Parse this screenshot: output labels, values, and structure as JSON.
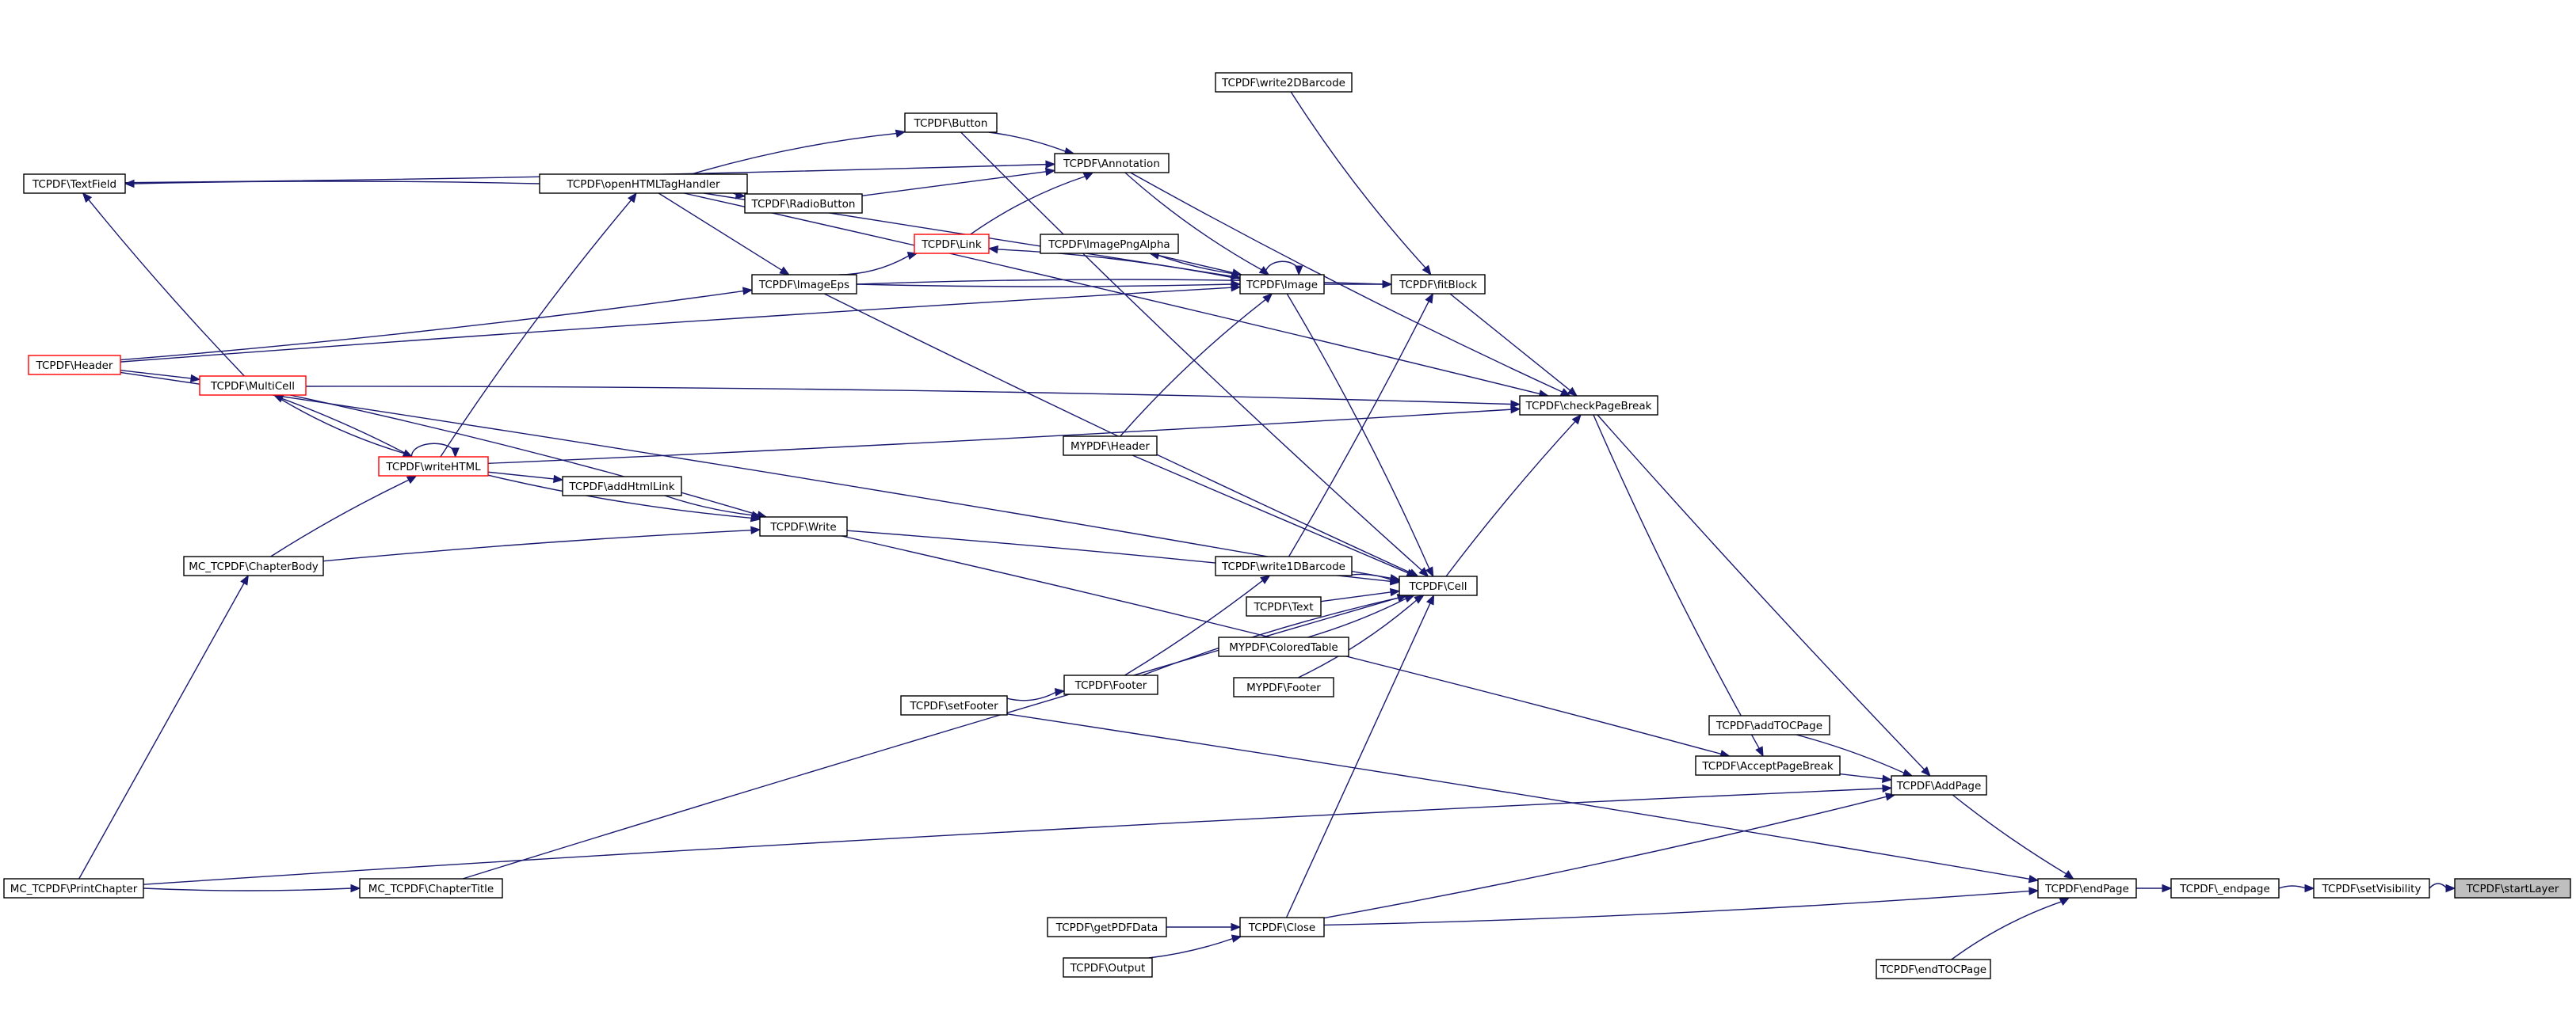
{
  "nodes": [
    {
      "id": "startLayer",
      "label": "TCPDF\\startLayer",
      "style": "gray"
    },
    {
      "id": "setVisibility",
      "label": "TCPDF\\setVisibility",
      "style": "normal"
    },
    {
      "id": "_endpage",
      "label": "TCPDF\\_endpage",
      "style": "normal"
    },
    {
      "id": "endPage",
      "label": "TCPDF\\endPage",
      "style": "normal"
    },
    {
      "id": "AddPage",
      "label": "TCPDF\\AddPage",
      "style": "normal"
    },
    {
      "id": "Close",
      "label": "TCPDF\\Close",
      "style": "normal"
    },
    {
      "id": "endTOCPage",
      "label": "TCPDF\\endTOCPage",
      "style": "normal"
    },
    {
      "id": "addTOCPage",
      "label": "TCPDF\\addTOCPage",
      "style": "normal"
    },
    {
      "id": "AcceptPageBreak",
      "label": "TCPDF\\AcceptPageBreak",
      "style": "normal"
    },
    {
      "id": "checkPageBreak",
      "label": "TCPDF\\checkPageBreak",
      "style": "normal"
    },
    {
      "id": "fitBlock",
      "label": "TCPDF\\fitBlock",
      "style": "normal"
    },
    {
      "id": "write2DBarcode",
      "label": "TCPDF\\write2DBarcode",
      "style": "normal"
    },
    {
      "id": "Image",
      "label": "TCPDF\\Image",
      "style": "normal"
    },
    {
      "id": "ImagePngAlpha",
      "label": "TCPDF\\ImagePngAlpha",
      "style": "normal"
    },
    {
      "id": "Cell",
      "label": "TCPDF\\Cell",
      "style": "normal"
    },
    {
      "id": "write1DBarcode",
      "label": "TCPDF\\write1DBarcode",
      "style": "normal"
    },
    {
      "id": "Text",
      "label": "TCPDF\\Text",
      "style": "normal"
    },
    {
      "id": "ColoredTable",
      "label": "MYPDF\\ColoredTable",
      "style": "normal"
    },
    {
      "id": "MyFooter",
      "label": "MYPDF\\Footer",
      "style": "normal"
    },
    {
      "id": "MyHeader",
      "label": "MYPDF\\Header",
      "style": "normal"
    },
    {
      "id": "Footer",
      "label": "TCPDF\\Footer",
      "style": "normal"
    },
    {
      "id": "setFooter",
      "label": "TCPDF\\setFooter",
      "style": "normal"
    },
    {
      "id": "getPDFData",
      "label": "TCPDF\\getPDFData",
      "style": "normal"
    },
    {
      "id": "Output",
      "label": "TCPDF\\Output",
      "style": "normal"
    },
    {
      "id": "Annotation",
      "label": "TCPDF\\Annotation",
      "style": "normal"
    },
    {
      "id": "Button",
      "label": "TCPDF\\Button",
      "style": "normal"
    },
    {
      "id": "RadioButton",
      "label": "TCPDF\\RadioButton",
      "style": "normal"
    },
    {
      "id": "Link",
      "label": "TCPDF\\Link",
      "style": "red"
    },
    {
      "id": "ImageEps",
      "label": "TCPDF\\ImageEps",
      "style": "normal"
    },
    {
      "id": "openHTMLTagHandler",
      "label": "TCPDF\\openHTMLTagHandler",
      "style": "normal"
    },
    {
      "id": "TextField",
      "label": "TCPDF\\TextField",
      "style": "normal"
    },
    {
      "id": "Header",
      "label": "TCPDF\\Header",
      "style": "red"
    },
    {
      "id": "MultiCell",
      "label": "TCPDF\\MultiCell",
      "style": "red"
    },
    {
      "id": "writeHTML",
      "label": "TCPDF\\writeHTML",
      "style": "red"
    },
    {
      "id": "addHtmlLink",
      "label": "TCPDF\\addHtmlLink",
      "style": "normal"
    },
    {
      "id": "Write",
      "label": "TCPDF\\Write",
      "style": "normal"
    },
    {
      "id": "ChapterBody",
      "label": "MC_TCPDF\\ChapterBody",
      "style": "normal"
    },
    {
      "id": "ChapterTitle",
      "label": "MC_TCPDF\\ChapterTitle",
      "style": "normal"
    },
    {
      "id": "PrintChapter",
      "label": "MC_TCPDF\\PrintChapter",
      "style": "normal"
    }
  ],
  "edges": [
    {
      "from": "setVisibility",
      "to": "startLayer"
    },
    {
      "from": "_endpage",
      "to": "setVisibility"
    },
    {
      "from": "endPage",
      "to": "_endpage"
    },
    {
      "from": "AddPage",
      "to": "endPage"
    },
    {
      "from": "Close",
      "to": "endPage"
    },
    {
      "from": "endTOCPage",
      "to": "endPage"
    },
    {
      "from": "addTOCPage",
      "to": "AddPage"
    },
    {
      "from": "AcceptPageBreak",
      "to": "AddPage"
    },
    {
      "from": "checkPageBreak",
      "to": "AddPage"
    },
    {
      "from": "Close",
      "to": "AddPage"
    },
    {
      "from": "PrintChapter",
      "to": "AddPage"
    },
    {
      "from": "setFooter",
      "to": "endPage"
    },
    {
      "from": "getPDFData",
      "to": "Close"
    },
    {
      "from": "Output",
      "to": "Close"
    },
    {
      "from": "checkPageBreak",
      "to": "AcceptPageBreak"
    },
    {
      "from": "Write",
      "to": "AcceptPageBreak"
    },
    {
      "from": "Cell",
      "to": "checkPageBreak"
    },
    {
      "from": "fitBlock",
      "to": "checkPageBreak"
    },
    {
      "from": "writeHTML",
      "to": "checkPageBreak"
    },
    {
      "from": "Annotation",
      "to": "checkPageBreak"
    },
    {
      "from": "MultiCell",
      "to": "checkPageBreak"
    },
    {
      "from": "openHTMLTagHandler",
      "to": "checkPageBreak"
    },
    {
      "from": "Image",
      "to": "fitBlock"
    },
    {
      "from": "write1DBarcode",
      "to": "fitBlock"
    },
    {
      "from": "write2DBarcode",
      "to": "fitBlock"
    },
    {
      "from": "ImageEps",
      "to": "fitBlock"
    },
    {
      "from": "Image",
      "to": "ImagePngAlpha"
    },
    {
      "from": "ImagePngAlpha",
      "to": "Image"
    },
    {
      "from": "Image",
      "to": "Image"
    },
    {
      "from": "Image",
      "to": "Link"
    },
    {
      "from": "MyHeader",
      "to": "Image"
    },
    {
      "from": "Header",
      "to": "Image"
    },
    {
      "from": "openHTMLTagHandler",
      "to": "Image"
    },
    {
      "from": "ImageEps",
      "to": "Image"
    },
    {
      "from": "Annotation",
      "to": "Image"
    },
    {
      "from": "Image",
      "to": "Cell"
    },
    {
      "from": "write1DBarcode",
      "to": "Cell"
    },
    {
      "from": "Text",
      "to": "Cell"
    },
    {
      "from": "ColoredTable",
      "to": "Cell"
    },
    {
      "from": "MyFooter",
      "to": "Cell"
    },
    {
      "from": "Footer",
      "to": "Cell"
    },
    {
      "from": "Write",
      "to": "Cell"
    },
    {
      "from": "MyHeader",
      "to": "Cell"
    },
    {
      "from": "ImageEps",
      "to": "Cell"
    },
    {
      "from": "Button",
      "to": "Cell"
    },
    {
      "from": "Header",
      "to": "Cell"
    },
    {
      "from": "ChapterTitle",
      "to": "Cell"
    },
    {
      "from": "Close",
      "to": "Cell"
    },
    {
      "from": "Footer",
      "to": "write1DBarcode"
    },
    {
      "from": "setFooter",
      "to": "Footer"
    },
    {
      "from": "Link",
      "to": "Annotation"
    },
    {
      "from": "Button",
      "to": "Annotation"
    },
    {
      "from": "RadioButton",
      "to": "Annotation"
    },
    {
      "from": "TextField",
      "to": "Annotation"
    },
    {
      "from": "ImageEps",
      "to": "Link"
    },
    {
      "from": "openHTMLTagHandler",
      "to": "Button"
    },
    {
      "from": "openHTMLTagHandler",
      "to": "RadioButton"
    },
    {
      "from": "openHTMLTagHandler",
      "to": "ImageEps"
    },
    {
      "from": "openHTMLTagHandler",
      "to": "TextField"
    },
    {
      "from": "Header",
      "to": "ImageEps"
    },
    {
      "from": "writeHTML",
      "to": "openHTMLTagHandler"
    },
    {
      "from": "MultiCell",
      "to": "TextField"
    },
    {
      "from": "Header",
      "to": "MultiCell"
    },
    {
      "from": "writeHTML",
      "to": "MultiCell"
    },
    {
      "from": "MultiCell",
      "to": "writeHTML"
    },
    {
      "from": "writeHTML",
      "to": "writeHTML"
    },
    {
      "from": "ChapterBody",
      "to": "writeHTML"
    },
    {
      "from": "writeHTML",
      "to": "addHtmlLink"
    },
    {
      "from": "addHtmlLink",
      "to": "Write"
    },
    {
      "from": "writeHTML",
      "to": "Write"
    },
    {
      "from": "MultiCell",
      "to": "Write"
    },
    {
      "from": "ChapterBody",
      "to": "Write"
    },
    {
      "from": "PrintChapter",
      "to": "ChapterBody"
    },
    {
      "from": "PrintChapter",
      "to": "ChapterTitle"
    }
  ]
}
